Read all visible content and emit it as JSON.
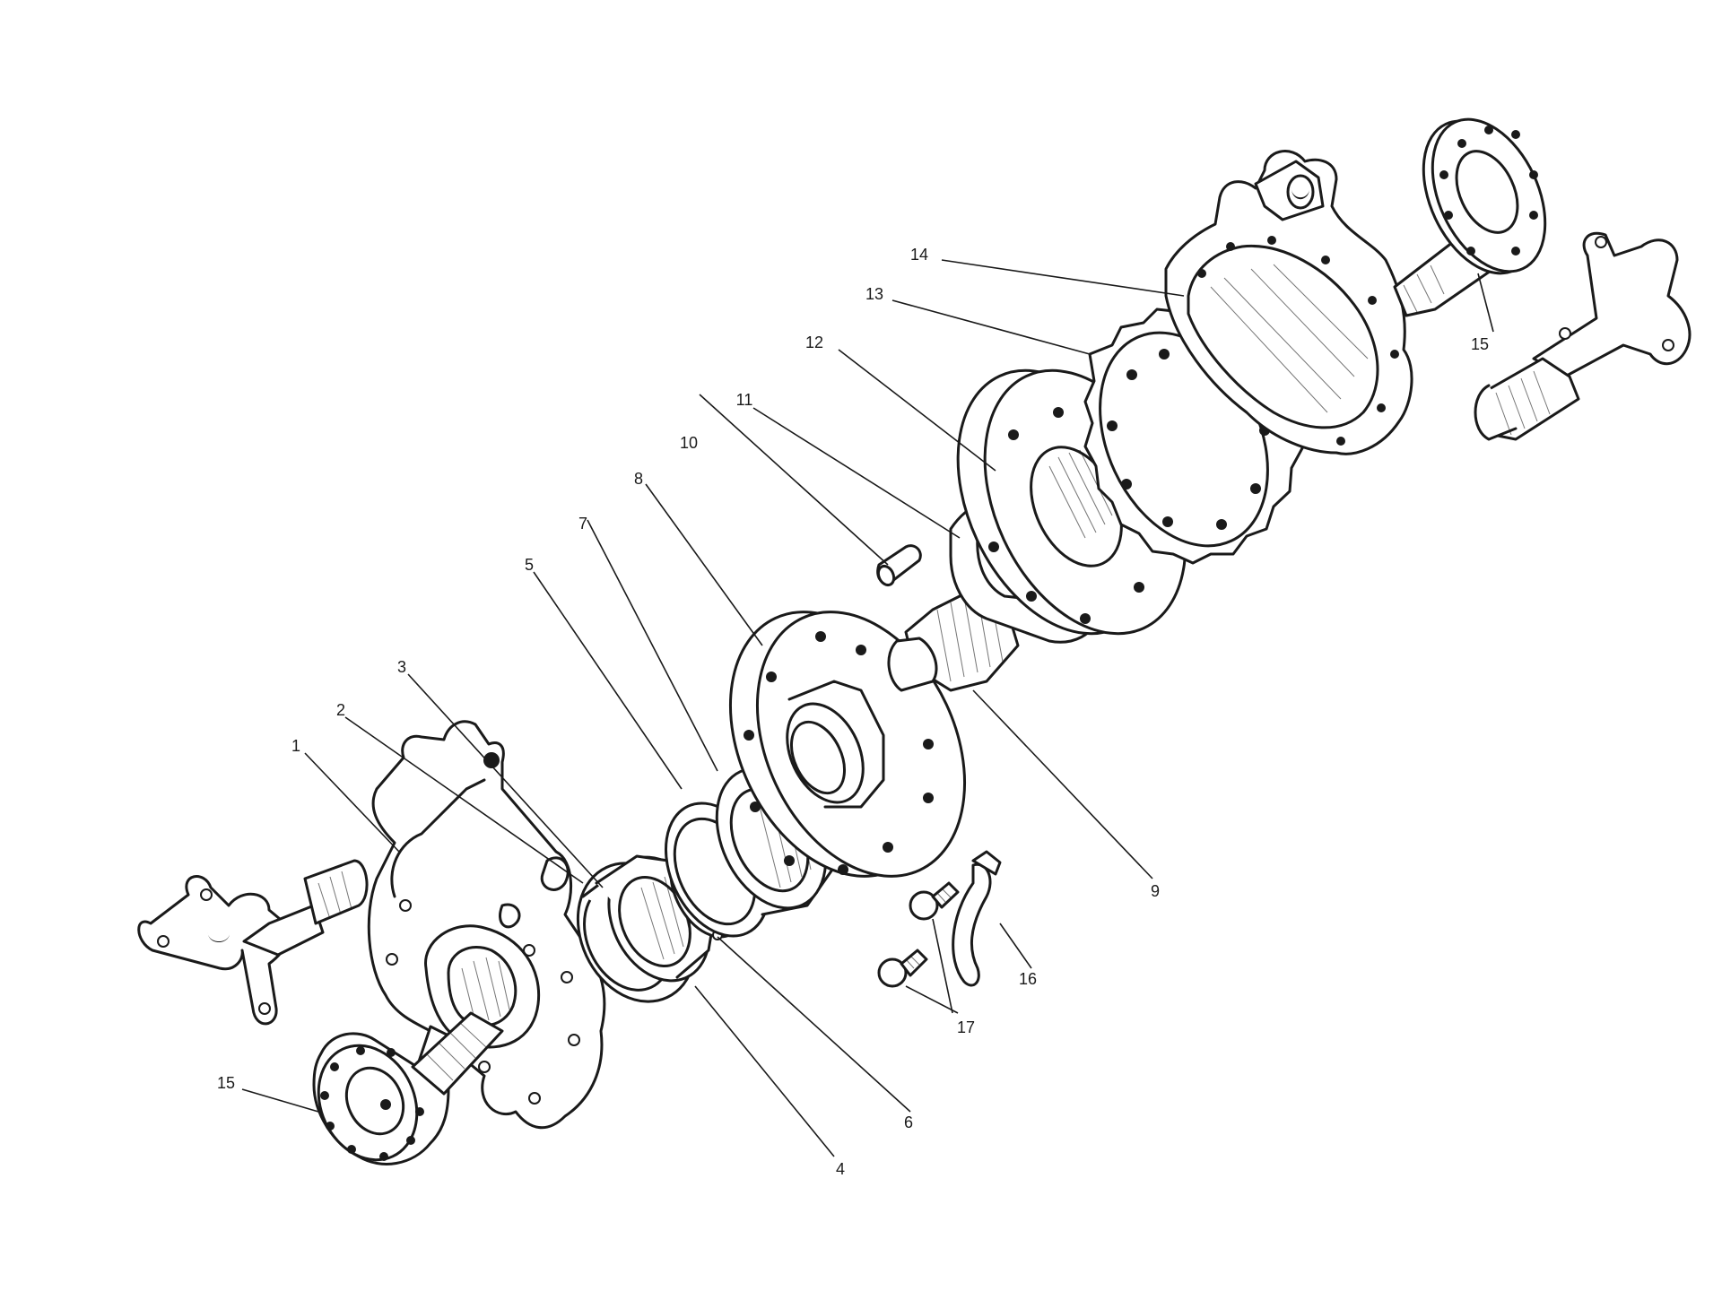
{
  "callouts": [
    "1",
    "2",
    "3",
    "4",
    "5",
    "6",
    "7",
    "8",
    "9",
    "10",
    "11",
    "12",
    "13",
    "14",
    "15",
    "15",
    "16",
    "17"
  ],
  "colors": {
    "ink": "#1a1a1a",
    "paper": "#ffffff"
  }
}
